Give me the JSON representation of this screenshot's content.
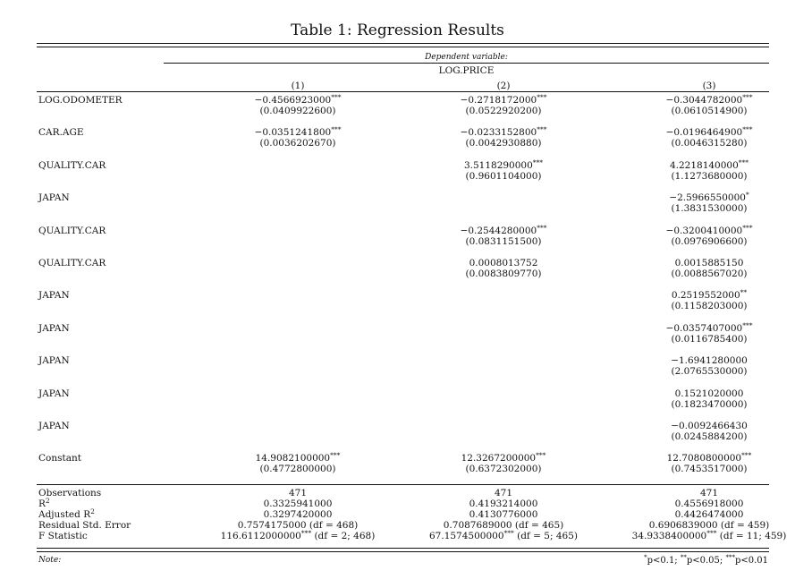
{
  "title": "Table 1: Regression Results",
  "header": {
    "dependent_variable_label": "Dependent variable:",
    "dependent_variable": "LOG.PRICE",
    "columns": [
      "(1)",
      "(2)",
      "(3)"
    ]
  },
  "rows": [
    {
      "label": "LOG.ODOMETER",
      "cells": [
        {
          "coef": "−0.4566923000",
          "stars": "***",
          "se": "(0.0409922600)"
        },
        {
          "coef": "−0.2718172000",
          "stars": "***",
          "se": "(0.0522920200)"
        },
        {
          "coef": "−0.3044782000",
          "stars": "***",
          "se": "(0.0610514900)"
        }
      ]
    },
    {
      "label": "CAR.AGE",
      "cells": [
        {
          "coef": "−0.0351241800",
          "stars": "***",
          "se": "(0.0036202670)"
        },
        {
          "coef": "−0.0233152800",
          "stars": "***",
          "se": "(0.0042930880)"
        },
        {
          "coef": "−0.0196464900",
          "stars": "***",
          "se": "(0.0046315280)"
        }
      ]
    },
    {
      "label": "QUALITY.CAR",
      "cells": [
        {
          "coef": "",
          "stars": "",
          "se": ""
        },
        {
          "coef": "3.5118290000",
          "stars": "***",
          "se": "(0.9601104000)"
        },
        {
          "coef": "4.2218140000",
          "stars": "***",
          "se": "(1.1273680000)"
        }
      ]
    },
    {
      "label": "JAPAN",
      "cells": [
        {
          "coef": "",
          "stars": "",
          "se": ""
        },
        {
          "coef": "",
          "stars": "",
          "se": ""
        },
        {
          "coef": "−2.5966550000",
          "stars": "*",
          "se": "(1.3831530000)"
        }
      ]
    },
    {
      "label": "QUALITY.CAR",
      "cells": [
        {
          "coef": "",
          "stars": "",
          "se": ""
        },
        {
          "coef": "−0.2544280000",
          "stars": "***",
          "se": "(0.0831151500)"
        },
        {
          "coef": "−0.3200410000",
          "stars": "***",
          "se": "(0.0976906600)"
        }
      ]
    },
    {
      "label": "QUALITY.CAR",
      "cells": [
        {
          "coef": "",
          "stars": "",
          "se": ""
        },
        {
          "coef": "0.0008013752",
          "stars": "",
          "se": "(0.0083809770)"
        },
        {
          "coef": "0.0015885150",
          "stars": "",
          "se": "(0.0088567020)"
        }
      ]
    },
    {
      "label": "JAPAN",
      "cells": [
        {
          "coef": "",
          "stars": "",
          "se": ""
        },
        {
          "coef": "",
          "stars": "",
          "se": ""
        },
        {
          "coef": "0.2519552000",
          "stars": "**",
          "se": "(0.1158203000)"
        }
      ]
    },
    {
      "label": "JAPAN",
      "cells": [
        {
          "coef": "",
          "stars": "",
          "se": ""
        },
        {
          "coef": "",
          "stars": "",
          "se": ""
        },
        {
          "coef": "−0.0357407000",
          "stars": "***",
          "se": "(0.0116785400)"
        }
      ]
    },
    {
      "label": "JAPAN",
      "cells": [
        {
          "coef": "",
          "stars": "",
          "se": ""
        },
        {
          "coef": "",
          "stars": "",
          "se": ""
        },
        {
          "coef": "−1.6941280000",
          "stars": "",
          "se": "(2.0765530000)"
        }
      ]
    },
    {
      "label": "JAPAN",
      "cells": [
        {
          "coef": "",
          "stars": "",
          "se": ""
        },
        {
          "coef": "",
          "stars": "",
          "se": ""
        },
        {
          "coef": "0.1521020000",
          "stars": "",
          "se": "(0.1823470000)"
        }
      ]
    },
    {
      "label": "JAPAN",
      "cells": [
        {
          "coef": "",
          "stars": "",
          "se": ""
        },
        {
          "coef": "",
          "stars": "",
          "se": ""
        },
        {
          "coef": "−0.0092466430",
          "stars": "",
          "se": "(0.0245884200)"
        }
      ]
    },
    {
      "label": "Constant",
      "cells": [
        {
          "coef": "14.9082100000",
          "stars": "***",
          "se": "(0.4772800000)"
        },
        {
          "coef": "12.3267200000",
          "stars": "***",
          "se": "(0.6372302000)"
        },
        {
          "coef": "12.7080800000",
          "stars": "***",
          "se": "(0.7453517000)"
        }
      ]
    }
  ],
  "stats": [
    {
      "label": "Observations",
      "label_sup": "",
      "values": [
        {
          "main": "471",
          "stars": "",
          "tail": ""
        },
        {
          "main": "471",
          "stars": "",
          "tail": ""
        },
        {
          "main": "471",
          "stars": "",
          "tail": ""
        }
      ]
    },
    {
      "label": "R",
      "label_sup": "2",
      "values": [
        {
          "main": "0.3325941000",
          "stars": "",
          "tail": ""
        },
        {
          "main": "0.4193214000",
          "stars": "",
          "tail": ""
        },
        {
          "main": "0.4556918000",
          "stars": "",
          "tail": ""
        }
      ]
    },
    {
      "label": "Adjusted R",
      "label_sup": "2",
      "values": [
        {
          "main": "0.3297420000",
          "stars": "",
          "tail": ""
        },
        {
          "main": "0.4130776000",
          "stars": "",
          "tail": ""
        },
        {
          "main": "0.4426474000",
          "stars": "",
          "tail": ""
        }
      ]
    },
    {
      "label": "Residual Std. Error",
      "label_sup": "",
      "values": [
        {
          "main": "0.7574175000 (df = 468)",
          "stars": "",
          "tail": ""
        },
        {
          "main": "0.7087689000 (df = 465)",
          "stars": "",
          "tail": ""
        },
        {
          "main": "0.6906839000 (df = 459)",
          "stars": "",
          "tail": ""
        }
      ]
    },
    {
      "label": "F Statistic",
      "label_sup": "",
      "values": [
        {
          "main": "116.6112000000",
          "stars": "***",
          "tail": " (df = 2; 468)"
        },
        {
          "main": "67.1574500000",
          "stars": "***",
          "tail": " (df = 5; 465)"
        },
        {
          "main": "34.9338400000",
          "stars": "***",
          "tail": " (df = 11; 459)"
        }
      ]
    }
  ],
  "note": {
    "label": "Note:",
    "parts": [
      {
        "sup": "*",
        "text": "p<0.1; "
      },
      {
        "sup": "**",
        "text": "p<0.05; "
      },
      {
        "sup": "***",
        "text": "p<0.01"
      }
    ]
  }
}
